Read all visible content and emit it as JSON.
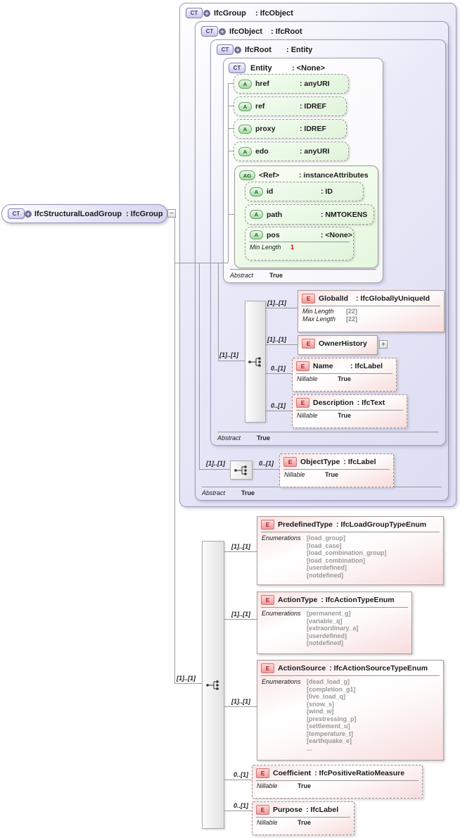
{
  "icons": {
    "ct": "CT",
    "a": "A",
    "ag": "AG",
    "e": "E",
    "plus": "+",
    "minus": "−",
    "expand": "+"
  },
  "root": {
    "name": "IfcStructuralLoadGroup",
    "type": ": IfcGroup"
  },
  "groups": {
    "ifcgroup": {
      "name": "IfcGroup",
      "type": ": IfcObject"
    },
    "ifcobject": {
      "name": "IfcObject",
      "type": ": IfcRoot",
      "abstract": {
        "label": "Abstract",
        "value": "True"
      }
    },
    "ifcroot": {
      "name": "IfcRoot",
      "type": ": Entity",
      "abstract": {
        "label": "Abstract",
        "value": "True"
      }
    },
    "entity": {
      "name": "Entity",
      "type": ": <None>",
      "abstract": {
        "label": "Abstract",
        "value": "True"
      }
    }
  },
  "entity_attrs": [
    {
      "name": "href",
      "type": ": anyURI"
    },
    {
      "name": "ref",
      "type": ": IDREF"
    },
    {
      "name": "proxy",
      "type": ": IDREF"
    },
    {
      "name": "edo",
      "type": ": anyURI"
    }
  ],
  "ref_group": {
    "name": "<Ref>",
    "type": ": instanceAttributes",
    "attrs": [
      {
        "name": "id",
        "type": ": ID"
      },
      {
        "name": "path",
        "type": ": NMTOKENS"
      }
    ],
    "pos": {
      "name": "pos",
      "type": ": <None>",
      "facet": {
        "label": "Min Length",
        "value": "1"
      }
    }
  },
  "ifcroot_children": {
    "seq_card": "[1]..[1]",
    "globalid": {
      "card": "[1]..[1]",
      "name": "GlobalId",
      "type": ": IfcGloballyUniqueId",
      "facets": [
        {
          "label": "Min Length",
          "value": "[22]"
        },
        {
          "label": "Max Length",
          "value": "[22]"
        }
      ]
    },
    "ownerhistory": {
      "card": "[1]..[1]",
      "name": "OwnerHistory",
      "type": ""
    },
    "name_el": {
      "card": "0..[1]",
      "name": "Name",
      "type": ": IfcLabel",
      "facet": {
        "label": "Nillable",
        "value": "True"
      }
    },
    "description": {
      "card": "0..[1]",
      "name": "Description",
      "type": ": IfcText",
      "facet": {
        "label": "Nillable",
        "value": "True"
      }
    }
  },
  "ifcobject_children": {
    "seq_card": "[1]..[1]",
    "objecttype": {
      "card": "0..[1]",
      "name": "ObjectType",
      "type": ": IfcLabel",
      "facet": {
        "label": "Nillable",
        "value": "True"
      }
    }
  },
  "main_children": {
    "seq_card": "[1]..[1]",
    "predefinedtype": {
      "card": "[1]..[1]",
      "name": "PredefinedType",
      "type": ": IfcLoadGroupTypeEnum",
      "enum_label": "Enumerations",
      "enums": [
        "[load_group]",
        "[load_case]",
        "[load_combination_group]",
        "[load_combination]",
        "[userdefined]",
        "[notdefined]"
      ]
    },
    "actiontype": {
      "card": "[1]..[1]",
      "name": "ActionType",
      "type": ": IfcActionTypeEnum",
      "enum_label": "Enumerations",
      "enums": [
        "[permanent_g]",
        "[variable_q]",
        "[extraordinary_a]",
        "[userdefined]",
        "[notdefined]"
      ]
    },
    "actionsource": {
      "card": "[1]..[1]",
      "name": "ActionSource",
      "type": ": IfcActionSourceTypeEnum",
      "enum_label": "Enumerations",
      "enums": [
        "[dead_load_g]",
        "[completion_g1]",
        "[live_load_q]",
        "[snow_s]",
        "[wind_w]",
        "[prestressing_p]",
        "[settlement_u]",
        "[temperature_t]",
        "[earthquake_e]",
        "..."
      ]
    },
    "coefficient": {
      "card": "0..[1]",
      "name": "Coefficient",
      "type": ": IfcPositiveRatioMeasure",
      "facet": {
        "label": "Nillable",
        "value": "True"
      }
    },
    "purpose": {
      "card": "0..[1]",
      "name": "Purpose",
      "type": ": IfcLabel",
      "facet": {
        "label": "Nillable",
        "value": "True"
      }
    }
  }
}
